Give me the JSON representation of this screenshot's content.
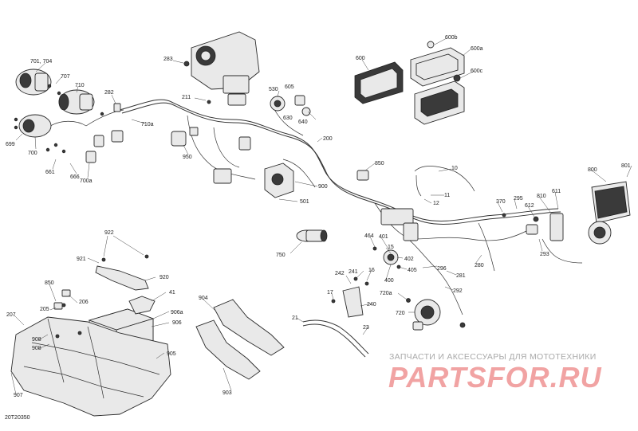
{
  "diagram": {
    "code": "20T20350",
    "watermark": {
      "subtitle": "ЗАПЧАСТИ И АКСЕССУАРЫ ДЛЯ МОТОТЕХНИКИ",
      "logo": "PARTSFOR.RU",
      "color": "#f1a3a3"
    },
    "callouts": [
      "701, 704",
      "707",
      "710",
      "282",
      "283",
      "211",
      "699",
      "700",
      "710a",
      "661",
      "666",
      "700a",
      "950",
      "530",
      "605",
      "630",
      "640",
      "600",
      "600b",
      "600a",
      "600c",
      "200",
      "850",
      "900",
      "501",
      "10",
      "11",
      "12",
      "800",
      "801",
      "370",
      "295",
      "810",
      "611",
      "612",
      "293",
      "750",
      "464",
      "401",
      "15",
      "402",
      "405",
      "400",
      "296",
      "280",
      "281",
      "292",
      "242",
      "241",
      "16",
      "17",
      "240",
      "720a",
      "720",
      "21",
      "23",
      "922",
      "921",
      "920",
      "41",
      "850",
      "205",
      "206",
      "207",
      "908",
      "906",
      "905",
      "904",
      "903",
      "907"
    ]
  }
}
